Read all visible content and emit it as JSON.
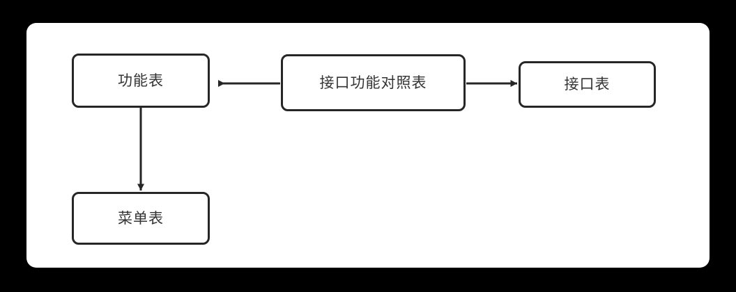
{
  "canvas": {
    "background_color": "#000000",
    "surface_color": "#ffffff"
  },
  "theme": {
    "stroke_color": "#262626",
    "text_color": "#333333",
    "arrow_color": "#262626"
  },
  "diagram": {
    "title": "",
    "nodes": [
      {
        "id": "function",
        "label": "功能表"
      },
      {
        "id": "mapping",
        "label": "接口功能对照表"
      },
      {
        "id": "interface",
        "label": "接口表"
      },
      {
        "id": "menu",
        "label": "菜单表"
      }
    ],
    "edges": [
      {
        "id": "mapping-to-function",
        "from": "接口功能对照表",
        "to": "功能表",
        "label": "",
        "direction": "left"
      },
      {
        "id": "mapping-to-interface",
        "from": "接口功能对照表",
        "to": "接口表",
        "label": "",
        "direction": "right"
      },
      {
        "id": "function-to-menu",
        "from": "功能表",
        "to": "菜单表",
        "label": "",
        "direction": "down"
      }
    ]
  }
}
